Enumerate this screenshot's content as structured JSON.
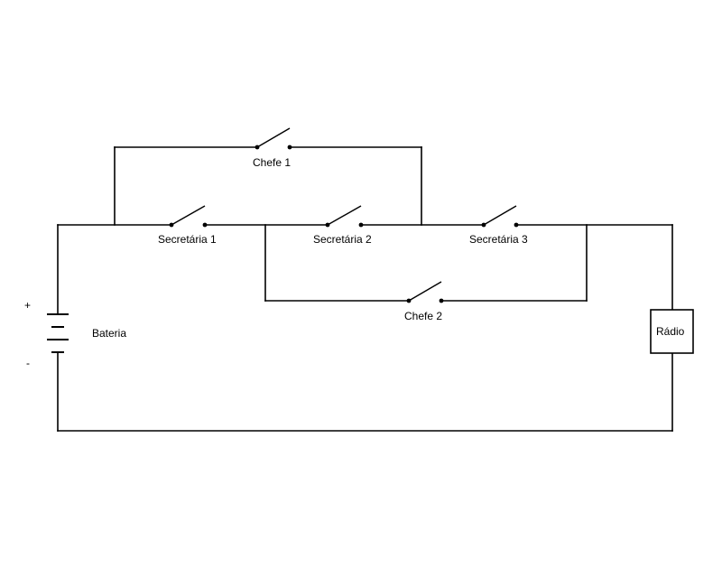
{
  "battery": {
    "label": "Bateria",
    "plus": "+",
    "minus": "-"
  },
  "switches": {
    "chefe_1": "Chefe 1",
    "secretaria_1": "Secretária 1",
    "secretaria_2": "Secretária 2",
    "secretaria_3": "Secretária 3",
    "chefe_2": "Chefe 2"
  },
  "radio": {
    "label": "Rádio"
  }
}
